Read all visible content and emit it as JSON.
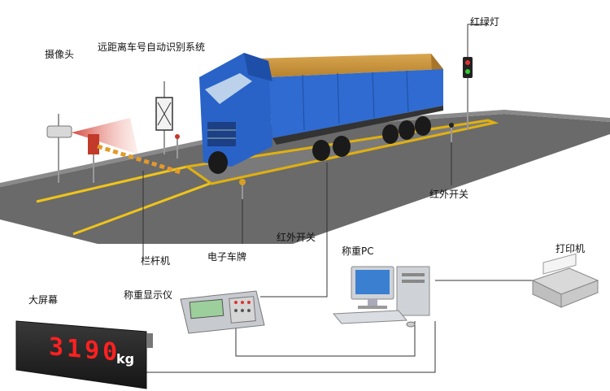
{
  "labels": {
    "camera": "摄像头",
    "plate_recognition": "远距离车号自动识别系统",
    "traffic_light": "红绿灯",
    "ir_switch_right": "红外开关",
    "ir_switch_bottom": "红外开关",
    "barrier": "栏杆机",
    "e_plate": "电子车牌",
    "weighing_pc": "称重PC",
    "printer": "打印机",
    "big_screen": "大屏幕",
    "weight_indicator": "称重显示仪"
  },
  "display": {
    "reading": "3190",
    "unit": "kg"
  },
  "colors": {
    "road": "#6b6b6b",
    "lane_line": "#f0c419",
    "truck_cab": "#2a63c7",
    "truck_trailer": "#2f6bd0",
    "tarp": "#c8933a",
    "led_digits": "#ff2020"
  }
}
